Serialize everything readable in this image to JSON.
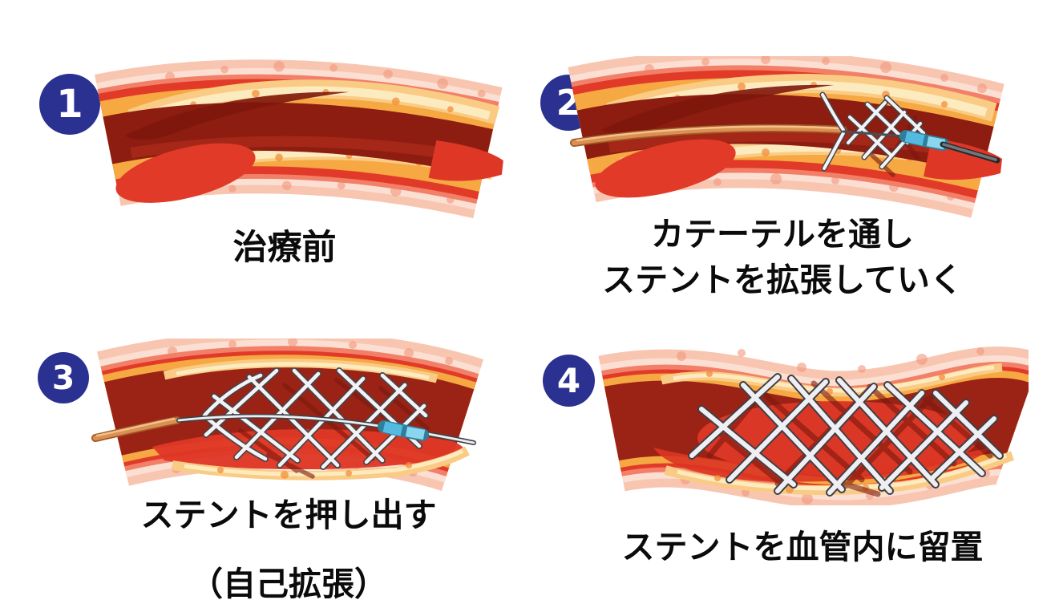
{
  "diagram": {
    "subject": "coronary/vascular stent placement procedure, 4 steps",
    "background": "#ffffff",
    "badge_color": "#2b3191",
    "badge_text_color": "#ffffff",
    "caption_color": "#0b0b0b"
  },
  "steps": [
    {
      "number": "1",
      "lines": [
        "治療前"
      ],
      "illustration": "narrowed-artery-with-plaque"
    },
    {
      "number": "2",
      "lines": [
        "カテーテルを通し",
        "ステントを拡張していく"
      ],
      "illustration": "catheter-through-narrowing-stent-beginning-to-expand"
    },
    {
      "number": "3",
      "lines": [
        "ステントを押し出す",
        "（自己拡張）"
      ],
      "illustration": "stent-pushed-out-and-self-expanding-on-guide-wire"
    },
    {
      "number": "4",
      "lines": [
        "ステントを血管内に留置"
      ],
      "illustration": "stent-left-implanted-in-widened-vessel"
    }
  ],
  "illustration_colors": {
    "vessel_outer_wall_pink": "#f8c6b0",
    "vessel_wall_pale": "#fbdfd2",
    "vessel_wall_spots": "#f29a80",
    "vessel_red": "#e23a28",
    "lumen_dark_maroon": "#8c1d10",
    "plaque_orange": "#f6a843",
    "plaque_light": "#fdebc0",
    "stent_strut_white": "#f3f3f6",
    "stent_strut_outline": "#45454b",
    "catheter_tan": "#db8f52",
    "catheter_tip_blue": "#55badf",
    "guide_wire_gray": "#71777d"
  }
}
